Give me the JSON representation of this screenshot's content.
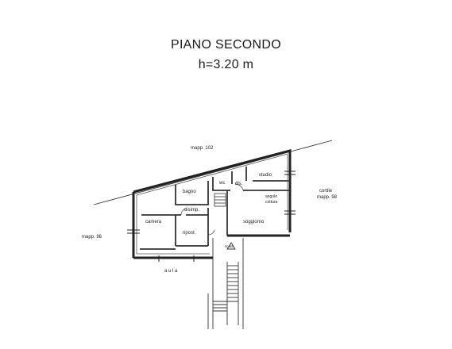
{
  "header": {
    "floor_title": "PIANO SECONDO",
    "height_label": "h=3.20 m"
  },
  "labels": {
    "mapp_102": "mapp. 102",
    "mapp_96": "mapp. 96",
    "cortile": "cortile",
    "mapp_98": "mapp. 98",
    "aula": "a u l a",
    "studio": "studio",
    "wc": "wc",
    "dis": "dis.",
    "angolo_cottura_1": "angolo",
    "angolo_cottura_2": "cottura",
    "bagno": "bagno",
    "disimp": "disimp.",
    "camera": "camera",
    "ripost": "ripost.",
    "soggiorno": "soggiorno",
    "scala": "scala"
  }
}
